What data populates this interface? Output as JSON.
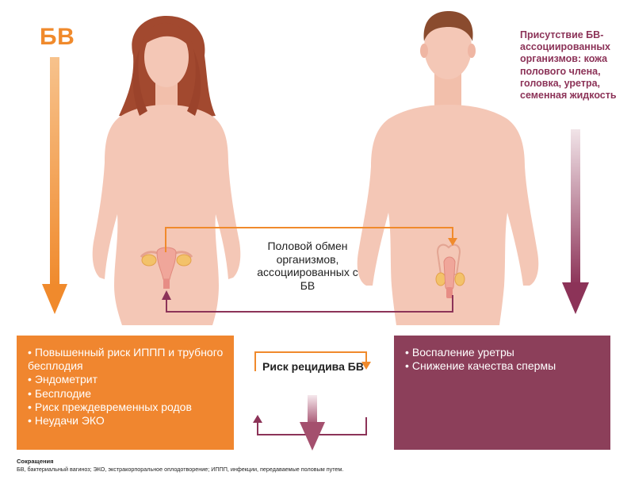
{
  "title": "БВ",
  "male_note": "Присутствие БВ-ассоциированных организмов: кожа полового члена, головка, уретра, семенная жидкость",
  "exchange_label": "Половой обмен организмов, ассоциированных с БВ",
  "female_outcomes": [
    "Повышенный риск ИППП и трубного бесплодия",
    "Эндометрит",
    "Бесплодие",
    "Риск преждевременных родов",
    "Неудачи ЭКО"
  ],
  "male_outcomes": [
    "Воспаление уретры",
    "Снижение качества спермы"
  ],
  "recurrence_label": "Риск рецидива БВ",
  "abbreviations": {
    "heading": "Сокращения",
    "text": "БВ, бактериальный вагиноз; ЭКО, экстракорпоральное оплодотворение; ИППП, инфекции, передаваемые половым путем."
  },
  "colors": {
    "female_accent": "#f08a2c",
    "male_accent": "#8c3f5a",
    "skin": "#f4c7b6",
    "female_hair": "#a2492f",
    "male_hair": "#8a4b2e"
  },
  "icons": [
    "female-figure",
    "male-figure",
    "female-reproductive-icon",
    "male-reproductive-icon"
  ]
}
